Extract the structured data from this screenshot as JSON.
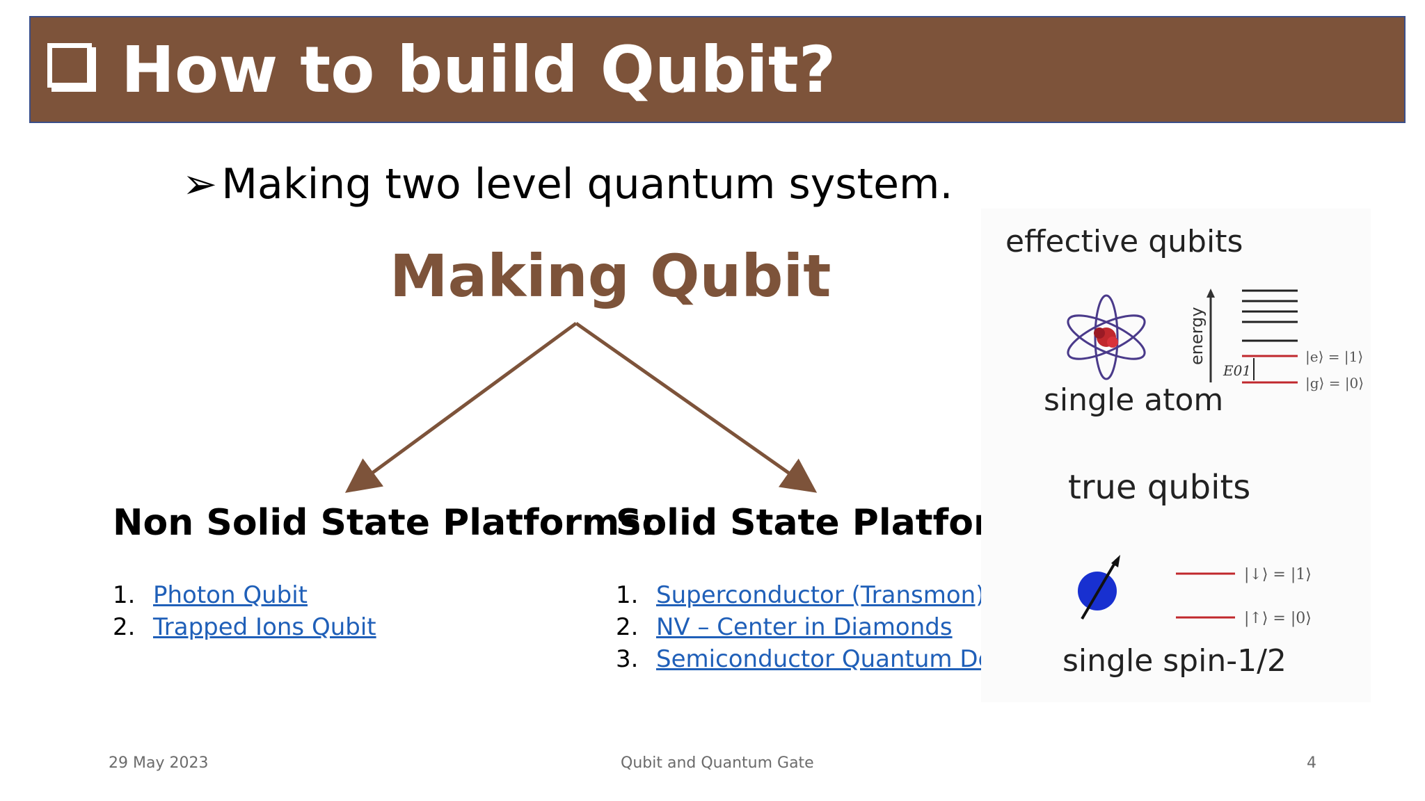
{
  "title": "How to build Qubit?",
  "bullet": "Making two level quantum system.",
  "center_heading": "Making Qubit",
  "non_solid": {
    "heading": "Non Solid State Platforms:",
    "items": [
      {
        "num": "1.",
        "label": "Photon Qubit"
      },
      {
        "num": "2.",
        "label": "Trapped Ions Qubit"
      }
    ]
  },
  "solid": {
    "heading": "Solid State Platforms:",
    "items": [
      {
        "num": "1.",
        "label": "Superconductor (Transmon)"
      },
      {
        "num": "2.",
        "label": "NV – Center in Diamonds"
      },
      {
        "num": "3.",
        "label": "Semiconductor Quantum Dot"
      }
    ]
  },
  "figure": {
    "effective_label": "effective qubits",
    "atom_label": "single atom",
    "energy_label": "energy",
    "e01_label": "E01",
    "e_state": "|e⟩ = |1⟩",
    "g_state": "|g⟩ = |0⟩",
    "true_label": "true qubits",
    "spin_label": "single spin-1/2",
    "down_state": "|↓⟩ = |1⟩",
    "up_state": "|↑⟩ = |0⟩"
  },
  "footer": {
    "date": "29 May 2023",
    "center": "Qubit and Quantum Gate",
    "page": "4"
  },
  "colors": {
    "brown": "#7d533a",
    "link": "#1f5fb8",
    "level_red": "#c0282d",
    "spin_blue": "#1830d0"
  }
}
